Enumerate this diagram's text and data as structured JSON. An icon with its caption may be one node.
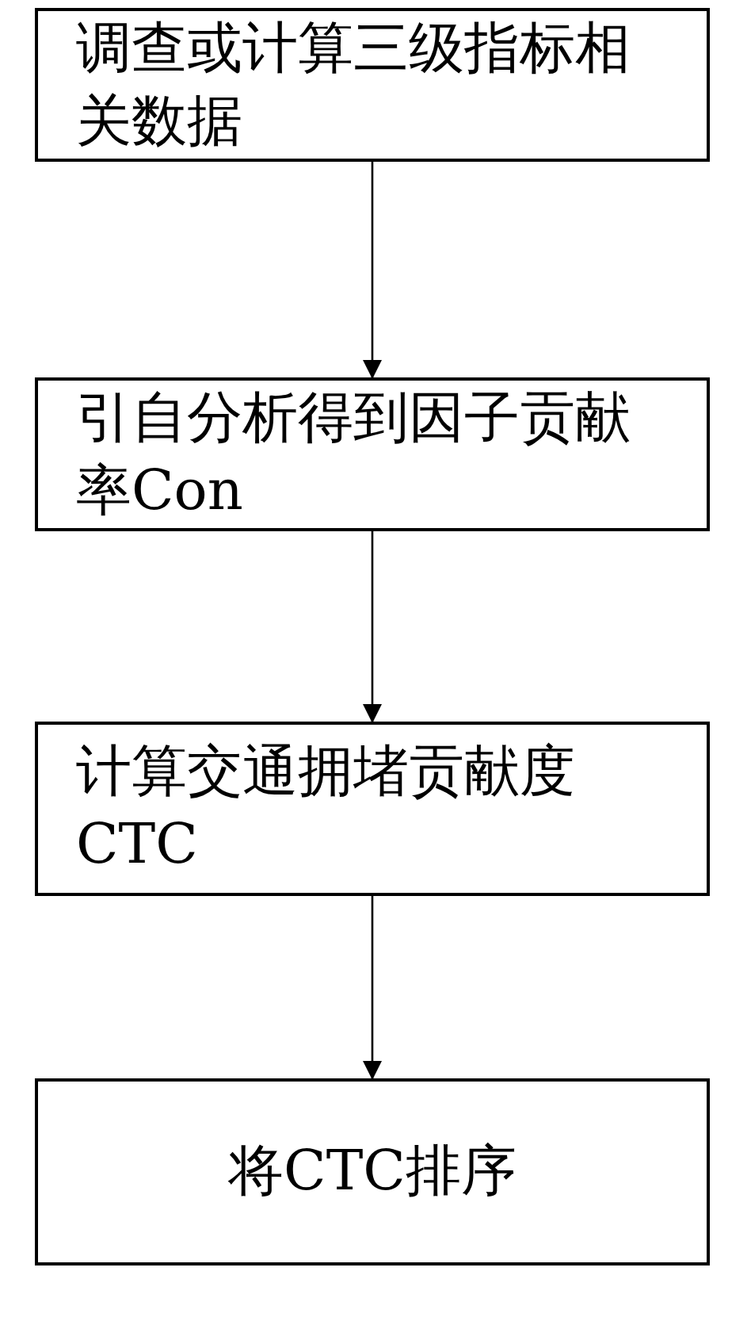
{
  "diagram": {
    "nodes": [
      {
        "text": [
          "调查或计算三级指标相关数据"
        ]
      },
      {
        "text": [
          "引自分析得到因子贡献率Con"
        ]
      },
      {
        "text": [
          "计算交通拥堵贡献度CTC"
        ]
      },
      {
        "text": [
          "将CTC排序"
        ]
      }
    ],
    "edges": [
      {
        "from": 0,
        "to": 1,
        "arrow": "to"
      },
      {
        "from": 1,
        "to": 2,
        "arrow": "to"
      },
      {
        "from": 2,
        "to": 3,
        "arrow": "to"
      }
    ]
  }
}
